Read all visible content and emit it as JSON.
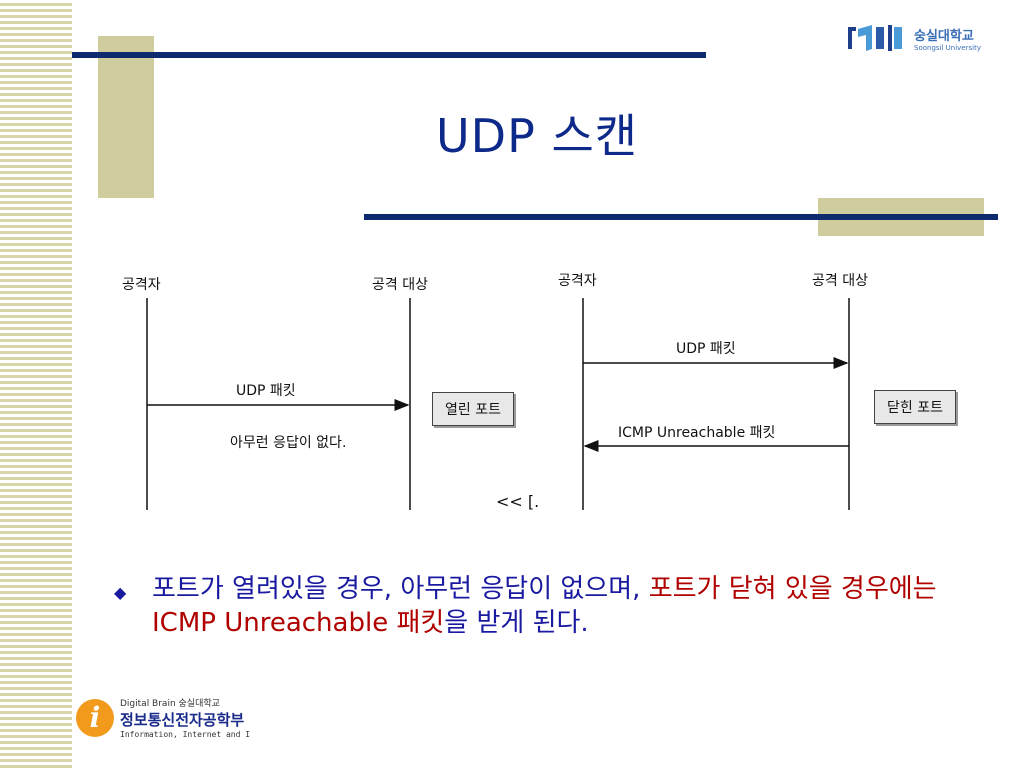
{
  "slide": {
    "title": "UDP 스캔",
    "logo_right_korean": "숭실대학교",
    "logo_right_english": "Soongsil University"
  },
  "diagram_left": {
    "attacker_label": "공격자",
    "target_label": "공격 대상",
    "packet_label": "UDP 패킷",
    "no_response_label": "아무런 응답이 없다.",
    "port_state_label": "열린 포트"
  },
  "diagram_right": {
    "attacker_label": "공격자",
    "target_label": "공격 대상",
    "packet_label": "UDP 패킷",
    "reply_label": "ICMP Unreachable 패킷",
    "port_state_label": "닫힌 포트"
  },
  "diagram_caption": "<< [.",
  "bullet": {
    "part1": "포트가 열려있을 경우, 아무런 응답이 없으며, ",
    "part2": "포트가 닫혀 있을 경우에는 ICMP Unreachable 패킷",
    "part3": "을 받게 된다."
  },
  "logo_bottom": {
    "line1": "Digital Brain 숭실대학교",
    "line2": "정보통신전자공학부",
    "line3": "Information, Internet and I"
  },
  "colors": {
    "title": "#0d2a8a",
    "rule": "#0e2a6e",
    "accent_block": "#cfcc9e",
    "bullet_blue": "#1a1aa0",
    "bullet_red": "#b00000"
  }
}
